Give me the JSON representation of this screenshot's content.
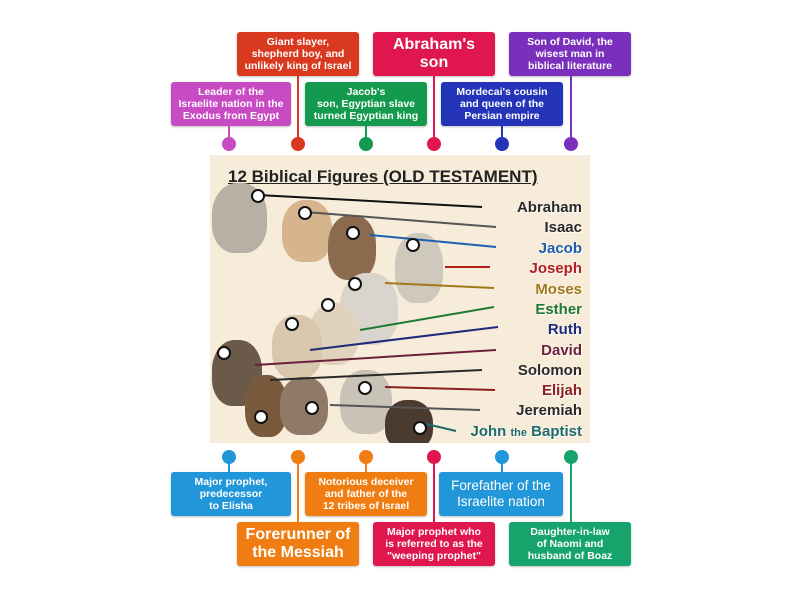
{
  "top_labels": [
    {
      "text": "Leader of the\nIsraelite nation in the\nExodus from Egypt",
      "color": "#c94bc4"
    },
    {
      "text": "Giant slayer,\nshepherd boy, and\nunlikely king of Israel",
      "color": "#d9391e"
    },
    {
      "text": "Jacob's\nson, Egyptian slave\nturned Egyptian king",
      "color": "#139a4e"
    },
    {
      "text": "Abraham's\nson",
      "color": "#e0174f"
    },
    {
      "text": "Mordecai's cousin\nand queen of the\nPersian empire",
      "color": "#2334b8"
    },
    {
      "text": "Son of David, the\nwisest man in\nbiblical literature",
      "color": "#7b2fbd"
    }
  ],
  "bottom_labels": [
    {
      "text": "Major prophet,\npredecessor\nto Elisha",
      "color": "#2196d8"
    },
    {
      "text": "Forerunner of\nthe Messiah",
      "color": "#f07d12"
    },
    {
      "text": "Notorious deceiver\nand father of the\n12 tribes of Israel",
      "color": "#f07d12"
    },
    {
      "text": "Major prophet who\nis referred to as the\n\"weeping prophet\"",
      "color": "#e0174f"
    },
    {
      "text": "Forefather of the\nIsraelite nation",
      "color": "#2196d8"
    },
    {
      "text": "Daughter-in-law\nof Naomi and\nhusband of Boaz",
      "color": "#16a36c"
    }
  ],
  "picture": {
    "title": "12 Biblical Figures (OLD TESTAMENT)",
    "names": [
      {
        "text": "Abraham",
        "color": "#2a2a2a"
      },
      {
        "text": "Isaac",
        "color": "#2a2a2a"
      },
      {
        "text": "Jacob",
        "color": "#1c5fb0"
      },
      {
        "text": "Joseph",
        "color": "#b21f1f"
      },
      {
        "text": "Moses",
        "color": "#a07a1a"
      },
      {
        "text": "Esther",
        "color": "#1f7a2e"
      },
      {
        "text": "Ruth",
        "color": "#1f2a7a"
      },
      {
        "text": "David",
        "color": "#6a1f3a"
      },
      {
        "text": "Solomon",
        "color": "#2a2a2a"
      },
      {
        "text": "Elijah",
        "color": "#8a1f1f"
      },
      {
        "text": "Jeremiah",
        "color": "#2a2a2a"
      },
      {
        "text_main_1": "John ",
        "text_small": "the",
        "text_main_2": " Baptist",
        "color": "#1f6a6a"
      }
    ]
  }
}
